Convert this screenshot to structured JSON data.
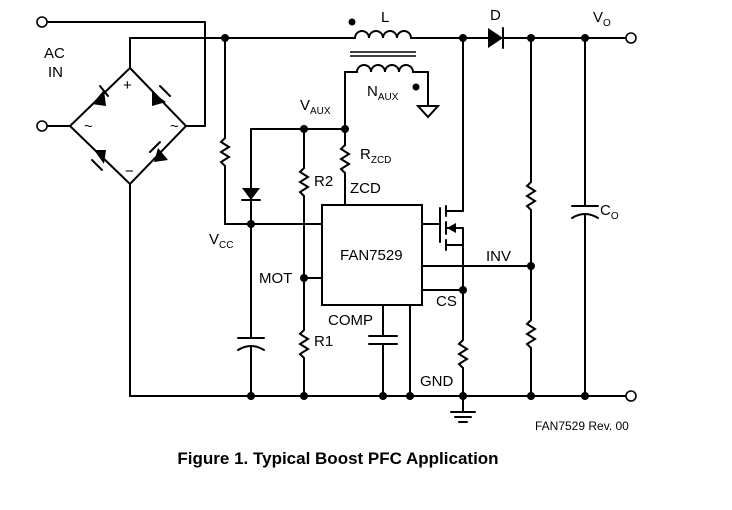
{
  "diagram": {
    "labels": {
      "ac_in": [
        "AC",
        "IN"
      ],
      "inductor": "L",
      "diode": "D",
      "vo": {
        "main": "V",
        "sub": "O"
      },
      "vaux": {
        "main": "V",
        "sub": "AUX"
      },
      "naux": {
        "main": "N",
        "sub": "AUX"
      },
      "rzcd": {
        "main": "R",
        "sub": "ZCD"
      },
      "zcd": "ZCD",
      "r2": "R2",
      "r1": "R1",
      "vcc": {
        "main": "V",
        "sub": "CC"
      },
      "mot": "MOT",
      "ic": "FAN7529",
      "inv": "INV",
      "cs": "CS",
      "comp": "COMP",
      "gnd": "GND",
      "co": {
        "main": "C",
        "sub": "O"
      },
      "bridge_plus": "+",
      "bridge_minus": "−",
      "tilde": "~"
    },
    "revision": "FAN7529 Rev. 00",
    "caption": "Figure 1. Typical Boost PFC Application"
  }
}
